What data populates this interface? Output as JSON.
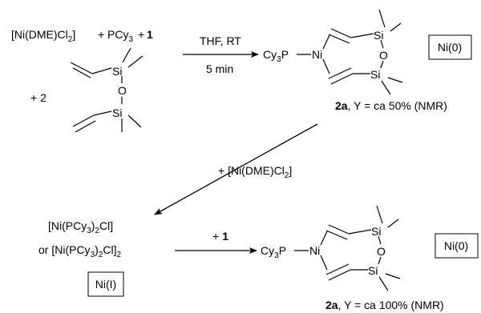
{
  "reagents": {
    "ni_salt": {
      "base": "[Ni(DME)Cl",
      "sub": "2",
      "close": "]"
    },
    "plus1": "+",
    "phosphine": {
      "base": "PCy",
      "sub": "3"
    },
    "plus2": "+",
    "ligand_ref": "1",
    "plus_two": "+ 2"
  },
  "ligand": {
    "si": "Si",
    "o": "O"
  },
  "conditions": {
    "solvent": "THF, RT",
    "time": "5 min",
    "second_plus": "+",
    "second_ref": "1",
    "diag_reagent": {
      "plus": "+ [Ni(DME)Cl",
      "sub": "2",
      "close": "]"
    }
  },
  "product": {
    "cy": "Cy",
    "cy_sub": "3",
    "p": "P",
    "ni": "Ni",
    "si": "Si",
    "o": "O",
    "oxidation_top": "Ni(0)",
    "oxidation_bottom": "Ni(0)",
    "label_bold": "2a",
    "yield_top": ", Y = ca 50% (NMR)",
    "yield_bottom": ", Y = ca 100% (NMR)"
  },
  "intermediate": {
    "line1": {
      "base": "[Ni(PCy",
      "sub1": "3",
      "mid": ")",
      "sub2": "2",
      "close": "Cl]"
    },
    "line2": {
      "prefix": "or [Ni(PCy",
      "sub1": "3",
      "mid": ")",
      "sub2": "2",
      "close": "Cl]",
      "sub3": "2"
    },
    "oxidation": "Ni(I)"
  }
}
